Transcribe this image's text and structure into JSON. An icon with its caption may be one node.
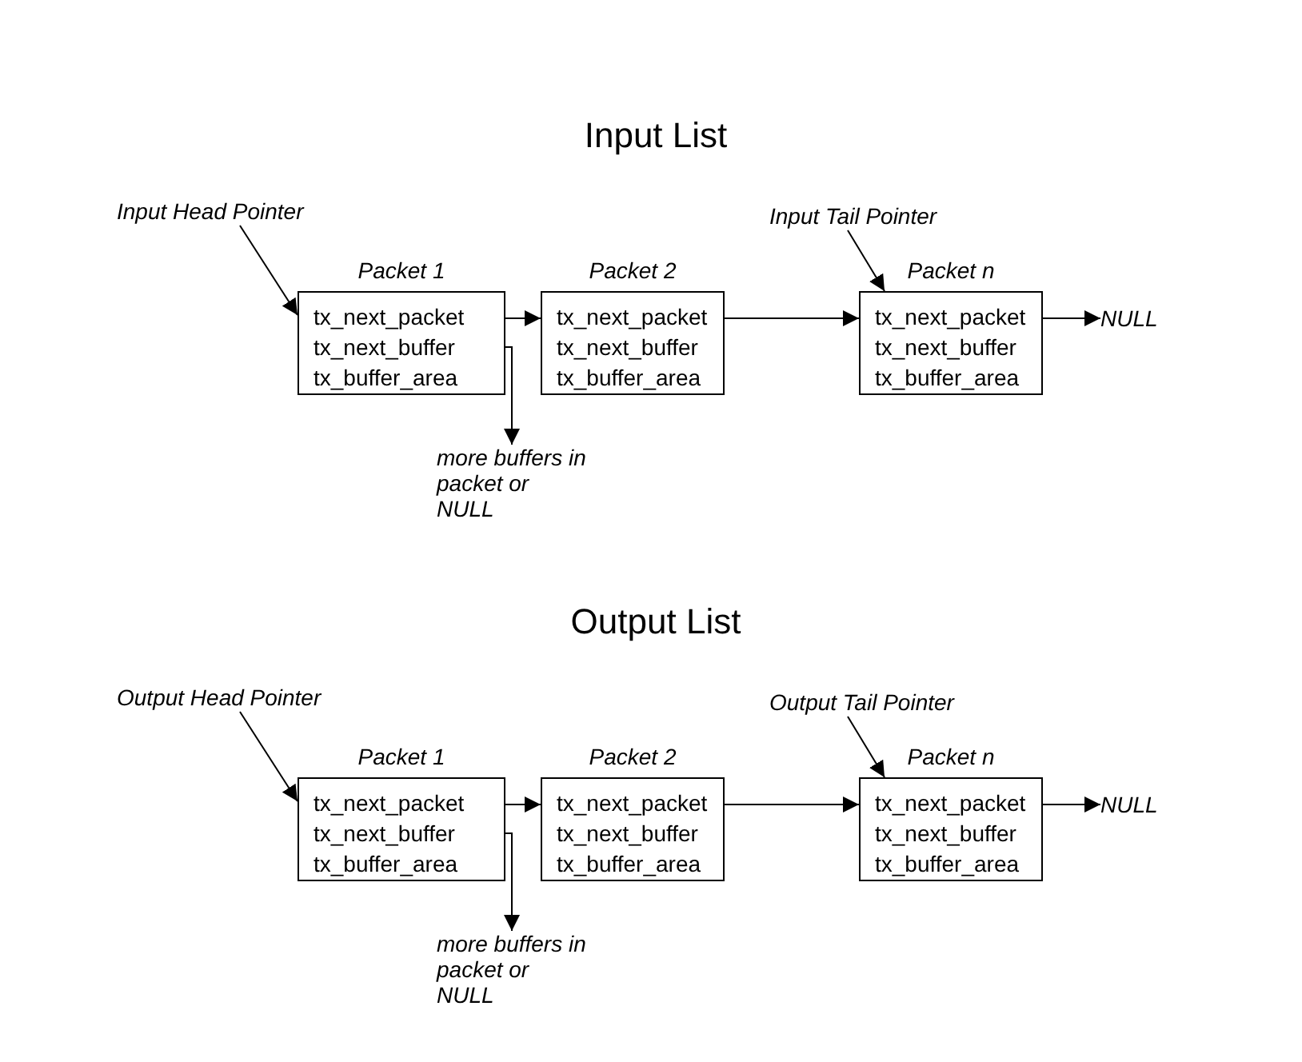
{
  "diagram": {
    "nodes": [
      {
        "text": [
          "Input Head Pointer"
        ]
      },
      {
        "text": [
          "Packet 1",
          "tx_next_packet",
          "tx_next_buffer",
          "tx_buffer_area"
        ]
      },
      {
        "text": [
          "Packet 2",
          "tx_next_packet",
          "tx_next_buffer",
          "tx_buffer_area"
        ]
      },
      {
        "text": [
          "Input Tail Pointer"
        ]
      },
      {
        "text": [
          "Packet n",
          "tx_next_packet",
          "tx_next_buffer",
          "tx_buffer_area"
        ]
      },
      {
        "text": [
          "NULL"
        ]
      },
      {
        "text": [
          "more buffers in packet or NULL"
        ]
      },
      {
        "text": [
          "Output Head Pointer"
        ]
      },
      {
        "text": [
          "Packet 1",
          "tx_next_packet",
          "tx_next_buffer",
          "tx_buffer_area"
        ]
      },
      {
        "text": [
          "Packet 2",
          "tx_next_packet",
          "tx_next_buffer",
          "tx_buffer_area"
        ]
      },
      {
        "text": [
          "Output Tail Pointer"
        ]
      },
      {
        "text": [
          "Packet n",
          "tx_next_packet",
          "tx_next_buffer",
          "tx_buffer_area"
        ]
      },
      {
        "text": [
          "NULL"
        ]
      },
      {
        "text": [
          "more buffers in packet or NULL"
        ]
      }
    ],
    "edges": [
      {
        "from": 0,
        "to": 1,
        "arrow": "to"
      },
      {
        "from": 1,
        "to": 2,
        "arrow": "to"
      },
      {
        "from": 2,
        "to": 4,
        "arrow": "to"
      },
      {
        "from": 3,
        "to": 4,
        "arrow": "to"
      },
      {
        "from": 4,
        "to": 5,
        "arrow": "to"
      },
      {
        "from": 1,
        "to": 6,
        "arrow": "to"
      },
      {
        "from": 7,
        "to": 8,
        "arrow": "to"
      },
      {
        "from": 8,
        "to": 9,
        "arrow": "to"
      },
      {
        "from": 9,
        "to": 11,
        "arrow": "to"
      },
      {
        "from": 10,
        "to": 11,
        "arrow": "to"
      },
      {
        "from": 11,
        "to": 12,
        "arrow": "to"
      },
      {
        "from": 8,
        "to": 13,
        "arrow": "to"
      }
    ],
    "labels": [
      "Input List",
      "Output List"
    ]
  }
}
